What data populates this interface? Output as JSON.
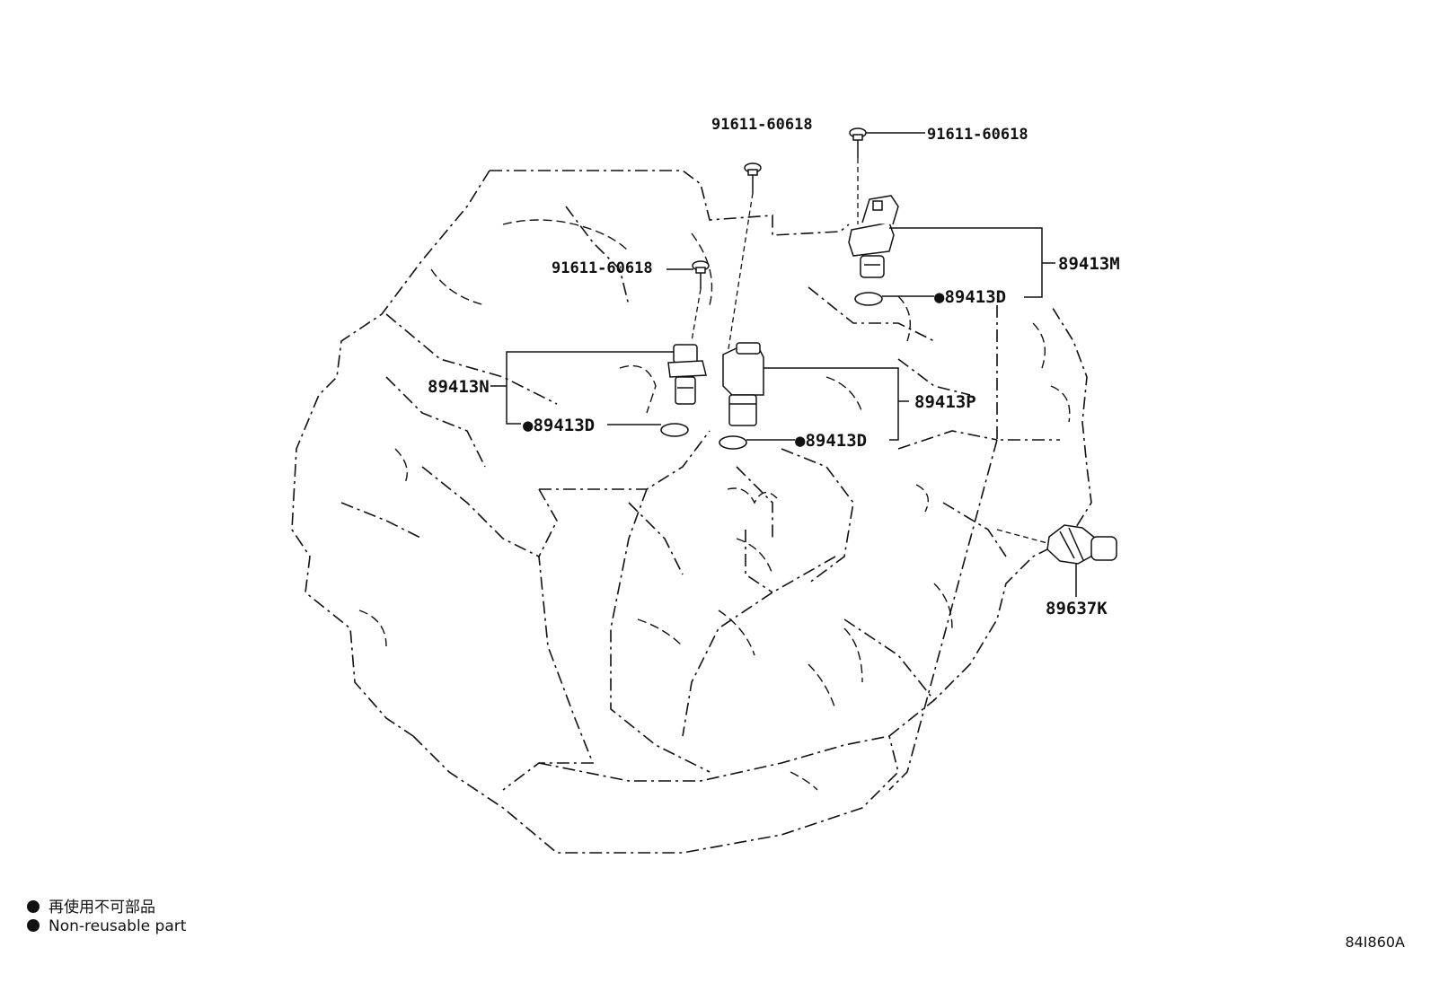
{
  "callouts": {
    "bolt_left": "91611-60618",
    "bolt_center": "91611-60618",
    "bolt_right": "91611-60618",
    "sensor_m": "89413M",
    "sensor_n": "89413N",
    "sensor_p": "89413P",
    "oring_m": "●89413D",
    "oring_n": "●89413D",
    "oring_p": "●89413D",
    "switch": "89637K"
  },
  "legend": {
    "jp": "再使用不可部品",
    "en": "Non-reusable part"
  },
  "drawing_code": "84I860A"
}
